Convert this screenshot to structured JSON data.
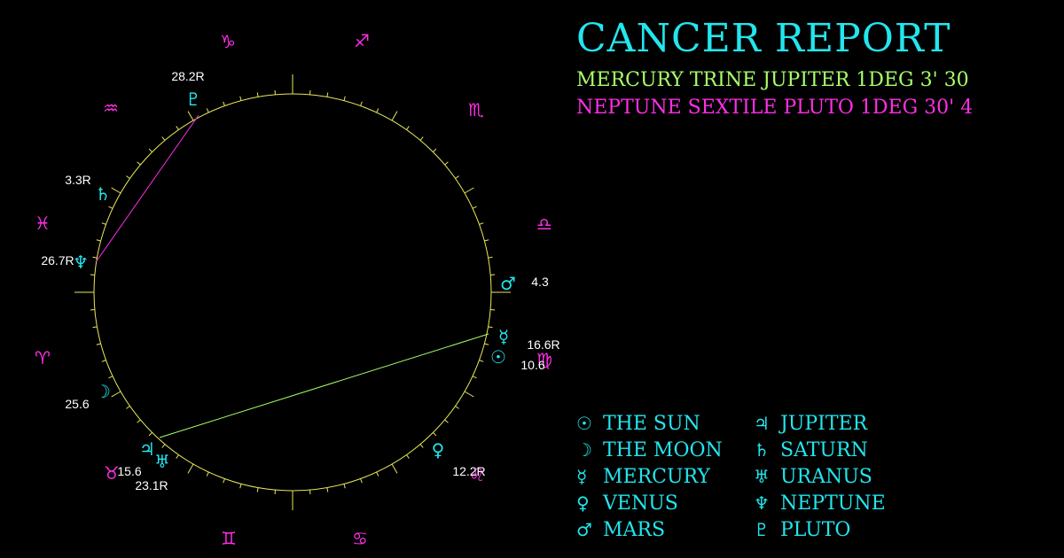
{
  "title": "CANCER REPORT",
  "aspects": [
    {
      "text": "MERCURY TRINE JUPITER 1DEG 3' 30",
      "color": "#a8ff6a"
    },
    {
      "text": "NEPTUNE SEXTILE PLUTO 1DEG 30' 4",
      "color": "#ff2ee8"
    }
  ],
  "colors": {
    "background": "#000000",
    "wheel": "#e8e85a",
    "planet": "#22e6ee",
    "sign": "#ff2ee8",
    "label": "#ffffff"
  },
  "signs": [
    {
      "name": "capricorn",
      "glyph": "♑"
    },
    {
      "name": "sagittarius",
      "glyph": "♐"
    },
    {
      "name": "scorpio",
      "glyph": "♏"
    },
    {
      "name": "libra",
      "glyph": "♎"
    },
    {
      "name": "virgo",
      "glyph": "♍"
    },
    {
      "name": "leo",
      "glyph": "♌"
    },
    {
      "name": "cancer",
      "glyph": "♋"
    },
    {
      "name": "gemini",
      "glyph": "♊"
    },
    {
      "name": "taurus",
      "glyph": "♉"
    },
    {
      "name": "aries",
      "glyph": "♈"
    },
    {
      "name": "pisces",
      "glyph": "♓"
    },
    {
      "name": "aquarius",
      "glyph": "♒"
    }
  ],
  "planets": [
    {
      "name": "pluto",
      "glyph": "♇",
      "label": "28.2R"
    },
    {
      "name": "saturn",
      "glyph": "♄",
      "label": "3.3R"
    },
    {
      "name": "neptune",
      "glyph": "♆",
      "label": "26.7R"
    },
    {
      "name": "moon",
      "glyph": "☽",
      "label": "25.6"
    },
    {
      "name": "jupiter",
      "glyph": "♃",
      "label": "15.6"
    },
    {
      "name": "uranus",
      "glyph": "♅",
      "label": "23.1R"
    },
    {
      "name": "venus",
      "glyph": "♀",
      "label": "12.2R"
    },
    {
      "name": "sun",
      "glyph": "☉",
      "label": "10.6"
    },
    {
      "name": "mercury",
      "glyph": "☿",
      "label": "16.6R"
    },
    {
      "name": "mars",
      "glyph": "♂",
      "label": "4.3"
    }
  ],
  "legend": [
    {
      "glyph": "☉",
      "label": "THE SUN"
    },
    {
      "glyph": "☽",
      "label": "THE MOON"
    },
    {
      "glyph": "☿",
      "label": "MERCURY"
    },
    {
      "glyph": "♀",
      "label": "VENUS"
    },
    {
      "glyph": "♂",
      "label": "MARS"
    },
    {
      "glyph": "♃",
      "label": "JUPITER"
    },
    {
      "glyph": "♄",
      "label": "SATURN"
    },
    {
      "glyph": "♅",
      "label": "URANUS"
    },
    {
      "glyph": "♆",
      "label": "NEPTUNE"
    },
    {
      "glyph": "♇",
      "label": "PLUTO"
    }
  ]
}
